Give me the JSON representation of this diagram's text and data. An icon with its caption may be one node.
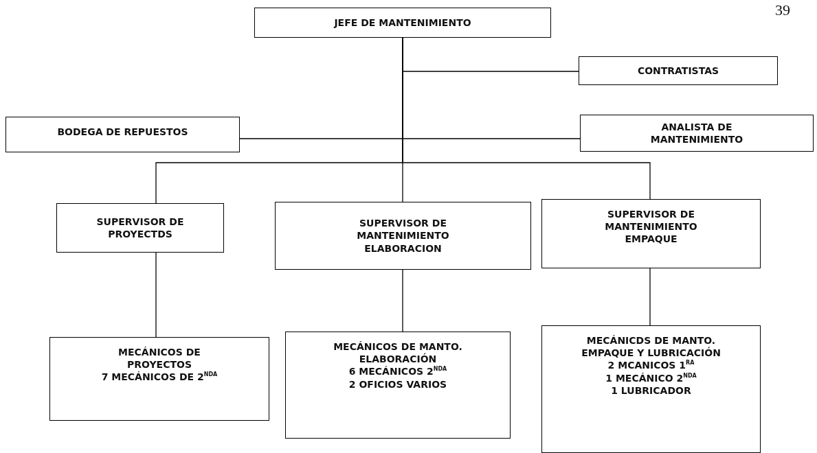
{
  "diagram": {
    "nodes": [
      {
        "text": [
          "JEFE DE MANTENIMIENTO"
        ]
      },
      {
        "text": [
          "CONTRATISTAS"
        ]
      },
      {
        "text": [
          "BODEGA DE REPUESTOS"
        ]
      },
      {
        "text": [
          "ANALISTA DE MANTENIMIENTO"
        ]
      },
      {
        "text": [
          "SUPERVISOR DE PROYECTDS"
        ]
      },
      {
        "text": [
          "SUPERVISOR DE MANTENIMIENTO ELABORACION"
        ]
      },
      {
        "text": [
          "SUPERVISOR DE MANTENIMIENTO EMPAQUE"
        ]
      },
      {
        "text": [
          "MECÁNICOS DE PROYECTOS",
          "7 MECÁNICOS DE 2$^{NDA}$"
        ]
      },
      {
        "text": [
          "MECÁNICOS DE MANTO. ELABORACIÓN",
          "6 MECÁNICOS 2$^{NDA}$",
          "2 OFICIOS VARIOS"
        ]
      },
      {
        "text": [
          "MECÁNICDS DE MANTO. EMPAQUE Y LUBRICACIÓN",
          "2 MCANICOS 1$^{RA}$",
          "1 MECÁNICO 2$^{NDA}$",
          "1 LUBRICADOR"
        ]
      }
    ],
    "edges": [
      {
        "from": 0,
        "to": 1,
        "arrow": "none"
      },
      {
        "from": 0,
        "to": 2,
        "arrow": "none"
      },
      {
        "from": 0,
        "to": 3,
        "arrow": "none"
      },
      {
        "from": 0,
        "to": 4,
        "arrow": "none"
      },
      {
        "from": 0,
        "to": 5,
        "arrow": "none"
      },
      {
        "from": 0,
        "to": 6,
        "arrow": "none"
      },
      {
        "from": 4,
        "to": 7,
        "arrow": "none"
      },
      {
        "from": 5,
        "to": 8,
        "arrow": "none"
      },
      {
        "from": 6,
        "to": 9,
        "arrow": "none"
      }
    ],
    "labels": [
      "39"
    ]
  }
}
